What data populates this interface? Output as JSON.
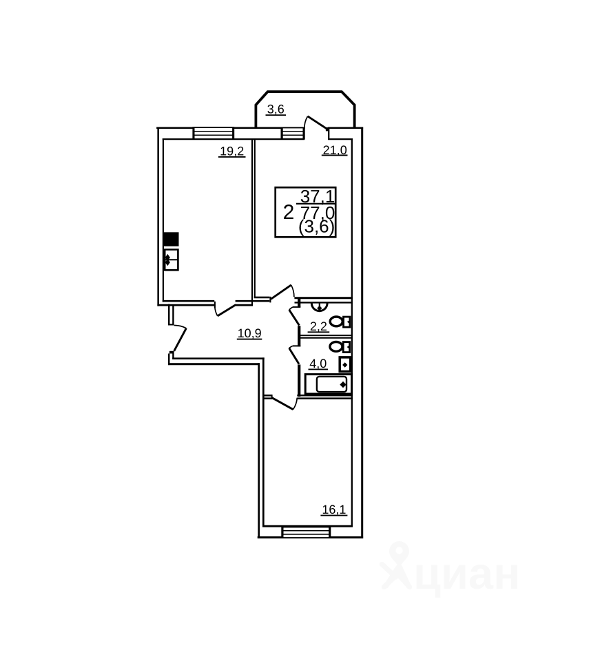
{
  "colors": {
    "line": "#000000",
    "background": "#ffffff",
    "watermark": "#f6f6f6"
  },
  "watermark": {
    "brand": "циан"
  },
  "summary": {
    "rooms_count": "2",
    "living_area": "37,1",
    "total_area": "77,0",
    "extra_area": "(3,6)"
  },
  "rooms": [
    {
      "name": "balcony",
      "area": "3,6"
    },
    {
      "name": "room-1",
      "area": "19,2"
    },
    {
      "name": "room-2",
      "area": "21,0"
    },
    {
      "name": "hallway",
      "area": "10,9"
    },
    {
      "name": "wc",
      "area": "2,2"
    },
    {
      "name": "bathroom",
      "area": "4,0"
    },
    {
      "name": "room-3",
      "area": "16,1"
    }
  ]
}
